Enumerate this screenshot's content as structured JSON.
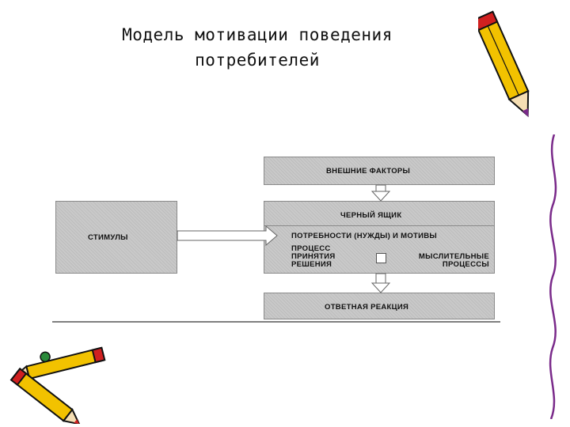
{
  "title": {
    "line1": "Модель мотивации поведения",
    "line2": "потребителей"
  },
  "diagram": {
    "external_factors": "ВНЕШНИЕ ФАКТОРЫ",
    "black_box": "ЧЕРНЫЙ ЯЩИК",
    "needs": "ПОТРЕБНОСТИ (НУЖДЫ) И МОТИВЫ",
    "decision_process": [
      "ПРОЦЕСС",
      "ПРИНЯТИЯ",
      "РЕШЕНИЯ"
    ],
    "mental_processes": [
      "МЫСЛИТЕЛЬНЫЕ",
      "ПРОЦЕССЫ"
    ],
    "stimuli": "СТИМУЛЫ",
    "response": "ОТВЕТНАЯ РЕАКЦИЯ"
  },
  "decorations": {
    "pencil_icon": "pencil-icon",
    "accent_colors": [
      "#f2c200",
      "#d02020",
      "#7a2a8a",
      "#2a8a3a"
    ]
  }
}
